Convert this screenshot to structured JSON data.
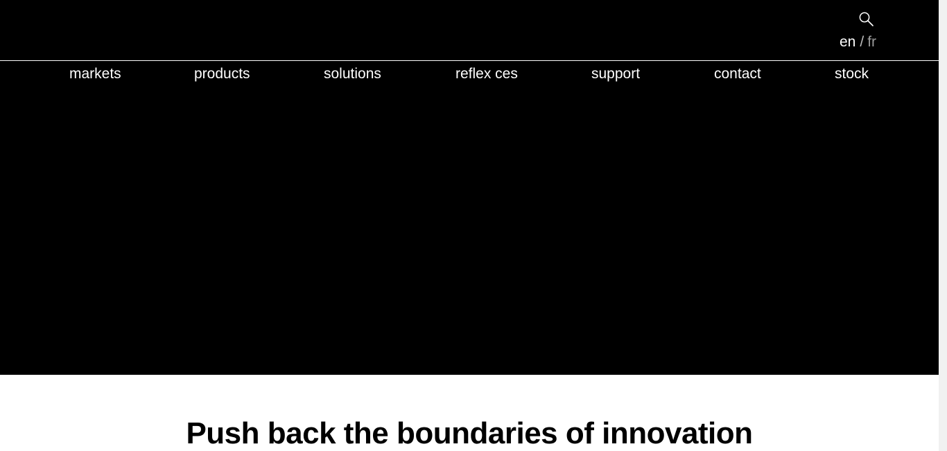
{
  "header": {
    "search_icon": "search-icon",
    "language": {
      "active": "en",
      "separator": "/",
      "inactive": "fr"
    }
  },
  "nav": {
    "items": [
      {
        "label": "markets"
      },
      {
        "label": "products"
      },
      {
        "label": "solutions"
      },
      {
        "label": "reflex ces"
      },
      {
        "label": "support"
      },
      {
        "label": "contact"
      },
      {
        "label": "stock"
      }
    ]
  },
  "main": {
    "headline": "Push back the boundaries of innovation"
  },
  "colors": {
    "hero_background": "#000000",
    "page_background": "#ffffff",
    "nav_text": "#ffffff",
    "inactive_language": "#9a9a9a"
  }
}
